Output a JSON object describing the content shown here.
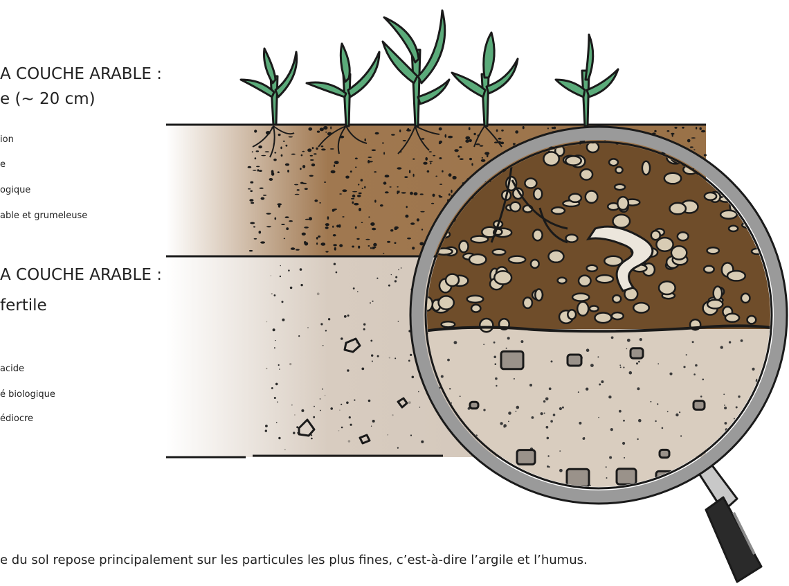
{
  "top_note": "",
  "layer_top": {
    "heading_line1": "A COUCHE ARABLE :",
    "heading_line2": "e (~ 20 cm)",
    "items": [
      "ion",
      "e",
      "ogique",
      "able et grumeleuse"
    ]
  },
  "layer_bottom": {
    "heading_line1": "A COUCHE ARABLE :",
    "heading_line2": "fertile",
    "items": [
      "acide",
      "é biologique",
      "édiocre"
    ]
  },
  "caption": "e du sol repose principalement sur les particules les plus fines, c’est-à-dire l’argile et l’humus.",
  "colors": {
    "topsoil": "#a07850",
    "subsoil": "#d8ccc0",
    "leaf": "#5bab7a",
    "outline": "#1a1a1a",
    "accent_green": "#6fbf58"
  }
}
